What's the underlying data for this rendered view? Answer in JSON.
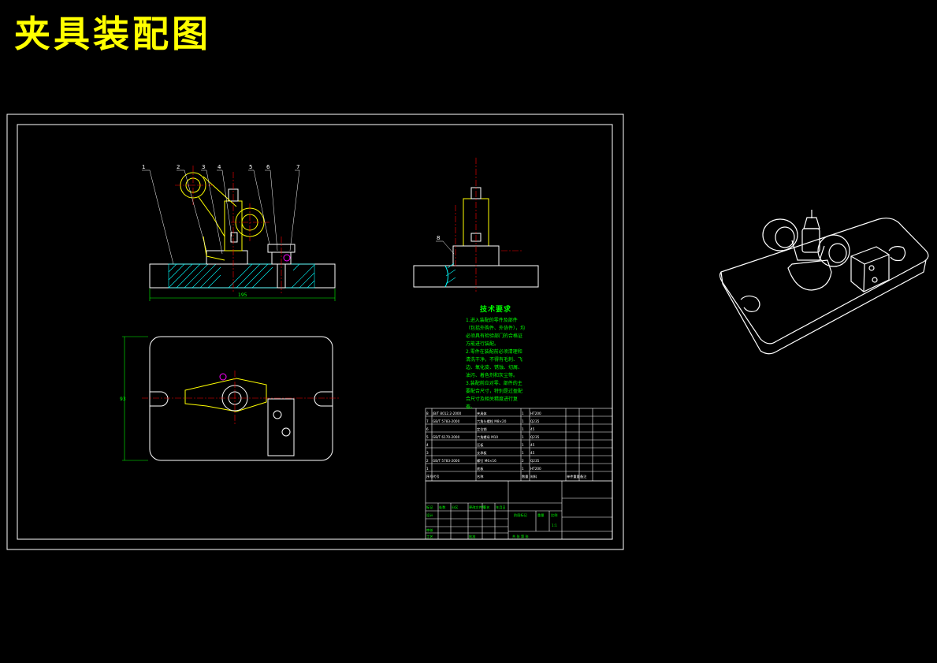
{
  "title": "夹具装配图",
  "colors": {
    "background": "#000000",
    "title": "#ffff00",
    "frame": "#ffffff",
    "part": "#ffffff",
    "hatch": "#00ffff",
    "center": "#ff0000",
    "yellow_part": "#ffff00",
    "dimension": "#00ff00",
    "leader": "#ffffff"
  },
  "drawing": {
    "balloons": [
      "1",
      "2",
      "3",
      "4",
      "5",
      "6",
      "7",
      "8"
    ],
    "dimensions": {
      "front_width": "195",
      "top_height": "93"
    }
  },
  "tech_notes": {
    "heading": "技术要求",
    "lines": [
      "1.进入装配的零件及部件（包括外购件、外协件），均必须具有检验部门的合格证方能进行装配。",
      "2.零件在装配前必须清理和清洗干净，不得有毛刺、飞边、氧化皮、锈蚀、切屑、油污、着色剂和灰尘等。",
      "3.装配前应对零、部件的主要配合尺寸，特别是过盈配合尺寸及相关精度进行复查。"
    ]
  },
  "bom": {
    "rows": [
      [
        "8",
        "JB/T 8012.2-2000",
        "夹具体",
        "1",
        "HT200",
        "",
        ""
      ],
      [
        "7",
        "GB/T 5783-2000",
        "六角头螺栓 M8×20",
        "1",
        "Q235",
        "",
        ""
      ],
      [
        "6",
        "",
        "定位销",
        "1",
        "45",
        "",
        ""
      ],
      [
        "5",
        "GB/T 6170-2000",
        "六角螺母 M10",
        "1",
        "Q235",
        "",
        ""
      ],
      [
        "4",
        "",
        "压板",
        "1",
        "45",
        "",
        ""
      ],
      [
        "3",
        "",
        "支承板",
        "1",
        "45",
        "",
        ""
      ],
      [
        "2",
        "GB/T 5783-2000",
        "螺钉 M6×16",
        "2",
        "Q235",
        "",
        ""
      ],
      [
        "1",
        "",
        "底板",
        "1",
        "HT200",
        "",
        ""
      ]
    ],
    "header": [
      "序号",
      "代号",
      "名称",
      "数量",
      "材料",
      "单件重量",
      "备注"
    ]
  },
  "title_block": {
    "labels": [
      "标记",
      "处数",
      "分区",
      "更改文件号",
      "签名",
      "年月日"
    ],
    "roles": [
      "设计",
      "审核",
      "工艺",
      "批准"
    ],
    "stage_label": "阶段标记",
    "weight_label": "重量",
    "scale_label": "比例",
    "scale_value": "1:1",
    "sheet_text": "共  张  第  张"
  }
}
